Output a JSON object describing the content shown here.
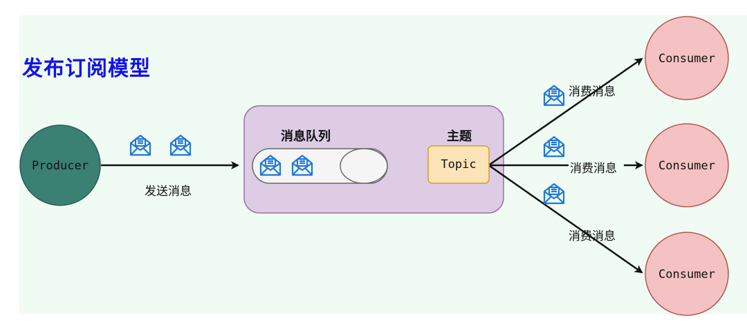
{
  "title": "发布订阅模型",
  "producer": {
    "label": "Producer",
    "color": "#3a8073"
  },
  "queue": {
    "title": "消息队列",
    "container_color": "#decbe4"
  },
  "topic": {
    "section_title": "主题",
    "label": "Topic",
    "color": "#fde4b8"
  },
  "send_label": "发送消息",
  "consumers": [
    {
      "label": "Consumer",
      "edge_label": "消费消息"
    },
    {
      "label": "Consumer",
      "edge_label": "消费消息"
    },
    {
      "label": "Consumer",
      "edge_label": "消费消息"
    }
  ],
  "consumer_color": "#f4c2c2",
  "title_color": "#1111ee",
  "message_icon_color": "#1e78d6",
  "icons": [
    "envelope-icon"
  ]
}
